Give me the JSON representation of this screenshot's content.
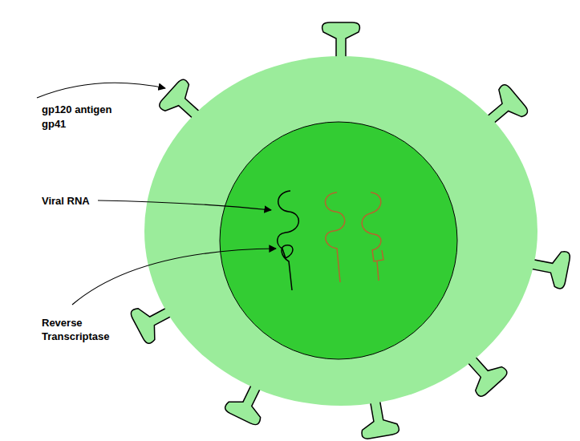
{
  "diagram": {
    "labels": [
      "gp120 antigen",
      "gp41",
      "Viral RNA",
      "Reverse Transcriptase"
    ]
  }
}
